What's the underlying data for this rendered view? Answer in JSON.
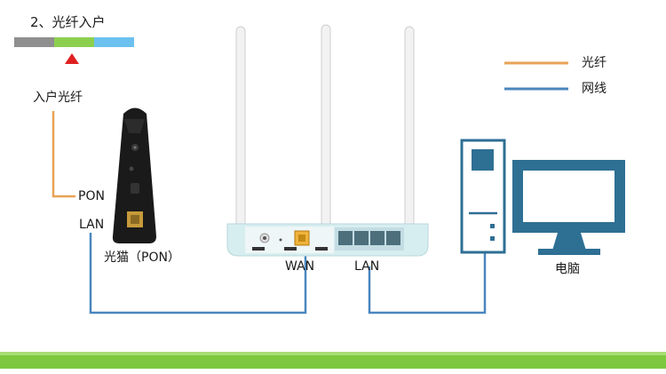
{
  "step_title": "2、光纤入户",
  "fiber_in_label": "入户光纤",
  "pon_label": "PON",
  "lan_left_label": "LAN",
  "modem_label": "光猫（PON）",
  "wan_label": "WAN",
  "lan_right_label": "LAN",
  "pc_label": "电脑",
  "legend": {
    "fiber": "光纤",
    "network": "网线"
  },
  "colors": {
    "fiber": "#e8a257",
    "network": "#4a86bf",
    "bar_gray": "#8f8f8f",
    "bar_green": "#8ccf4f",
    "bar_blue": "#6cc1ee",
    "marker_red": "#e02020",
    "ground_green": "#7dc83f"
  }
}
